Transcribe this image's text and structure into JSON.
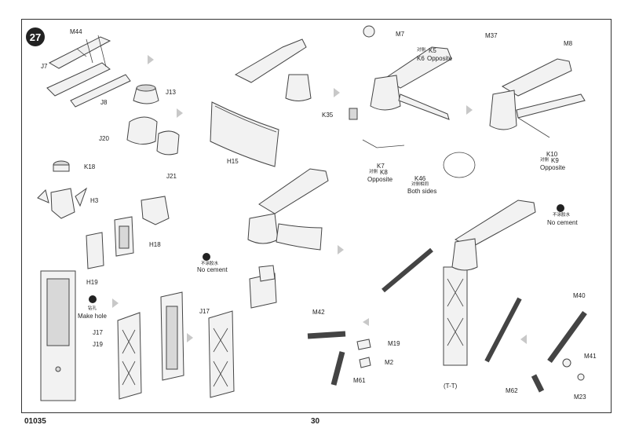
{
  "step_number": "27",
  "footer": {
    "code": "01035",
    "page": "30"
  },
  "labels": {
    "M44": "M44",
    "J7": "J7",
    "J8": "J8",
    "J13": "J13",
    "J20": "J20",
    "J21": "J21",
    "K18": "K18",
    "H3": "H3",
    "H18": "H18",
    "H19": "H19",
    "J17a": "J17",
    "J17b": "J17",
    "J19": "J19",
    "H15": "H15",
    "M7": "M7",
    "K5": "K5",
    "K6": "K6",
    "opp1": "Opposite",
    "K35": "K35",
    "K7": "K7",
    "K8": "K8",
    "opp2": "Opposite",
    "K46": "K46",
    "both": "Both sides",
    "M37": "M37",
    "M8": "M8",
    "K10": "K10",
    "K9": "K9",
    "opp3": "Opposite",
    "M42": "M42",
    "M19": "M19",
    "M2": "M2",
    "M61": "M61",
    "tt": "(T-T)",
    "M40": "M40",
    "M41": "M41",
    "M62": "M62",
    "M23": "M23",
    "nocement1": "No cement",
    "nocement2": "No cement",
    "makehole": "Make hole"
  },
  "cn_text": {
    "k5": "对侧",
    "k8": "对侧",
    "k9": "对侧",
    "k46": "对侧相同",
    "nc1": "不涂胶水",
    "nc2": "不涂胶水",
    "mh": "钻孔"
  },
  "icons": [
    "glue-drop-icon",
    "no-cement-icon",
    "drill-icon",
    "step-arrow-icon"
  ]
}
